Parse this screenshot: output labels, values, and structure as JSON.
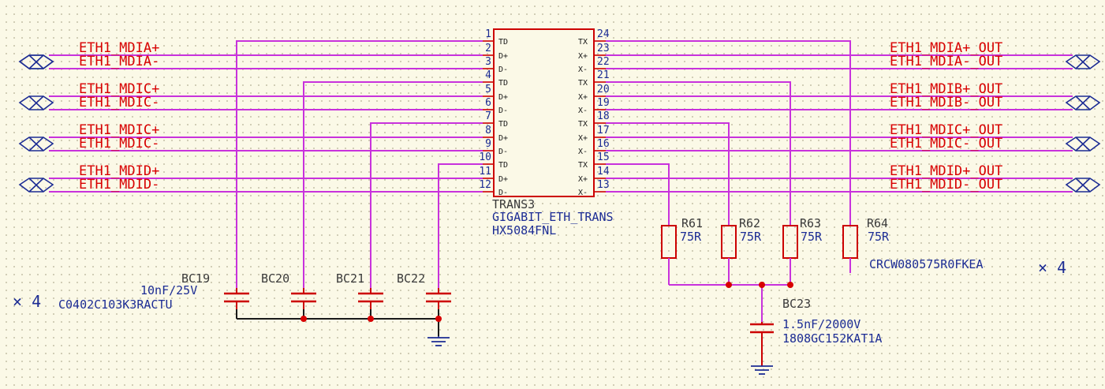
{
  "left_nets": [
    "ETH1_MDIA+",
    "ETH1_MDIA-",
    "ETH1_MDIC+",
    "ETH1_MDIC-",
    "ETH1_MDIC+",
    "ETH1_MDIC-",
    "ETH1_MDID+",
    "ETH1_MDID-"
  ],
  "right_nets": [
    "ETH1_MDIA+_OUT",
    "ETH1_MDIA-_OUT",
    "ETH1_MDIB+_OUT",
    "ETH1_MDIB-_OUT",
    "ETH1_MDIC+_OUT",
    "ETH1_MDIC-_OUT",
    "ETH1_MDID+_OUT",
    "ETH1_MDID-_OUT"
  ],
  "transformer": {
    "ref": "TRANS3",
    "name": "GIGABIT_ETH_TRANS",
    "part": "HX5084FNL",
    "left_pins": [
      {
        "num": "1",
        "name": "TD"
      },
      {
        "num": "2",
        "name": "D+"
      },
      {
        "num": "3",
        "name": "D-"
      },
      {
        "num": "4",
        "name": "TD"
      },
      {
        "num": "5",
        "name": "D+"
      },
      {
        "num": "6",
        "name": "D-"
      },
      {
        "num": "7",
        "name": "TD"
      },
      {
        "num": "8",
        "name": "D+"
      },
      {
        "num": "9",
        "name": "D-"
      },
      {
        "num": "10",
        "name": "TD"
      },
      {
        "num": "11",
        "name": "D+"
      },
      {
        "num": "12",
        "name": "D-"
      }
    ],
    "right_pins": [
      {
        "num": "24",
        "name": "TX"
      },
      {
        "num": "23",
        "name": "X+"
      },
      {
        "num": "22",
        "name": "X-"
      },
      {
        "num": "21",
        "name": "TX"
      },
      {
        "num": "20",
        "name": "X+"
      },
      {
        "num": "19",
        "name": "X-"
      },
      {
        "num": "18",
        "name": "TX"
      },
      {
        "num": "17",
        "name": "X+"
      },
      {
        "num": "16",
        "name": "X-"
      },
      {
        "num": "15",
        "name": "TX"
      },
      {
        "num": "14",
        "name": "X+"
      },
      {
        "num": "13",
        "name": "X-"
      }
    ]
  },
  "capacitors": [
    {
      "ref": "BC19"
    },
    {
      "ref": "BC20"
    },
    {
      "ref": "BC21"
    },
    {
      "ref": "BC22"
    }
  ],
  "cap_group": {
    "value": "10nF/25V",
    "part": "C0402C103K3RACTU",
    "qty": "× 4"
  },
  "resistors": [
    {
      "ref": "R61",
      "value": "75R"
    },
    {
      "ref": "R62",
      "value": "75R"
    },
    {
      "ref": "R63",
      "value": "75R"
    },
    {
      "ref": "R64",
      "value": "75R"
    }
  ],
  "res_group": {
    "part": "CRCW080575R0FKEA",
    "qty": "× 4"
  },
  "hv_cap": {
    "ref": "BC23",
    "value": "1.5nF/2000V",
    "part": "1808GC152KAT1A"
  },
  "colors": {
    "wire": "#c832dc",
    "symbol": "#cc0000",
    "label": "#d80000",
    "text": "#1c2c94",
    "background": "#fbf9e7"
  }
}
